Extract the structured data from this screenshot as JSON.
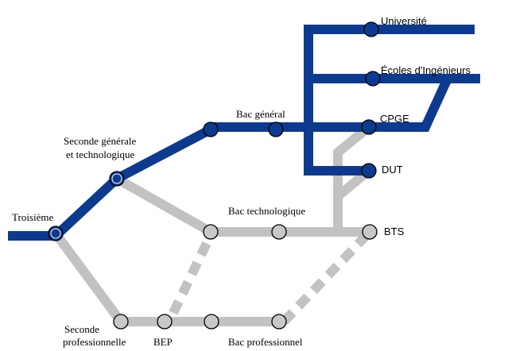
{
  "colors": {
    "blue_line": "#0c3a8f",
    "gray_line": "#c2c2c2",
    "blue_station": "#0c3a8f",
    "gray_station": "#c8c8c8",
    "station_stroke": "#000000",
    "background": "#ffffff"
  },
  "stations": {
    "troisieme": {
      "label": "Troisième"
    },
    "seconde_gt": {
      "label_line1": "Seconde générale",
      "label_line2": "et technologique"
    },
    "bac_general": {
      "label": "Bac général"
    },
    "universite": {
      "label": "Université"
    },
    "ecoles": {
      "label": "Écoles d'Ingénieurs"
    },
    "cpge": {
      "label": "CPGE"
    },
    "dut": {
      "label": "DUT"
    },
    "bac_techno": {
      "label": "Bac technologique"
    },
    "bts": {
      "label": "BTS"
    },
    "seconde_pro": {
      "label_line1": "Seconde",
      "label_line2": "professionnelle"
    },
    "bep": {
      "label": "BEP"
    },
    "bac_pro": {
      "label": "Bac professionnel"
    }
  }
}
